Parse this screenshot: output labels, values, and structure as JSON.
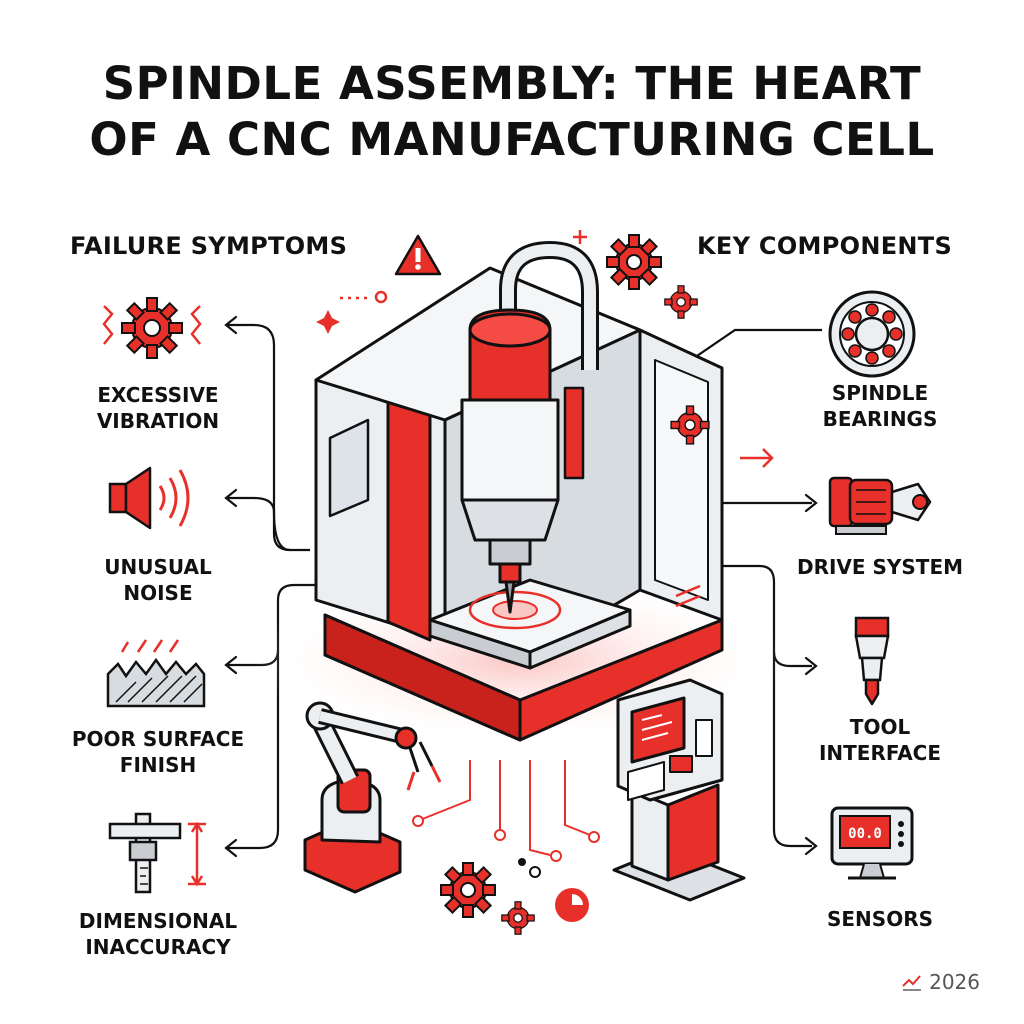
{
  "title": {
    "line1": "SPINDLE ASSEMBLY: THE HEART",
    "line2": "OF A CNC MANUFACTURING CELL"
  },
  "failure_symptoms": {
    "heading": "FAILURE SYMPTOMS",
    "items": [
      {
        "line1": "EXCESSIVE",
        "line2": "VIBRATION",
        "icon": "vibration-gear-icon"
      },
      {
        "line1": "UNUSUAL",
        "line2": "NOISE",
        "icon": "speaker-icon"
      },
      {
        "line1": "POOR SURFACE",
        "line2": "FINISH",
        "icon": "rough-surface-icon"
      },
      {
        "line1": "DIMENSIONAL",
        "line2": "INACCURACY",
        "icon": "caliper-icon"
      }
    ]
  },
  "key_components": {
    "heading": "KEY COMPONENTS",
    "items": [
      {
        "line1": "SPINDLE",
        "line2": "BEARINGS",
        "icon": "bearing-icon"
      },
      {
        "line1": "DRIVE SYSTEM",
        "line2": "",
        "icon": "motor-icon"
      },
      {
        "line1": "TOOL",
        "line2": "INTERFACE",
        "icon": "tool-holder-icon"
      },
      {
        "line1": "SENSORS",
        "line2": "",
        "icon": "sensor-display-icon"
      }
    ]
  },
  "sensor_readout": "00.0",
  "footer": {
    "year": "2026"
  },
  "colors": {
    "accent": "#e8302a",
    "ink": "#111111",
    "light_gray": "#eceff1",
    "mid_gray": "#c9cdd2"
  }
}
